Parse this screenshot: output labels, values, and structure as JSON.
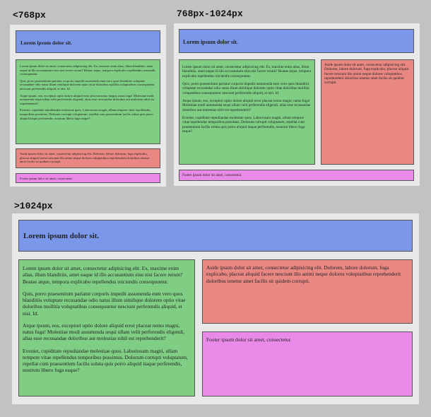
{
  "layouts": {
    "small": {
      "label": "<768px"
    },
    "medium": {
      "label": "768px-1024px"
    },
    "large": {
      "label": ">1024px"
    }
  },
  "content": {
    "header_title": "Lorem ipsum dolor sit.",
    "main_p1": "Lorem ipsum dolor sit amet, consectetur adipisicing elit. Ex, maxime enim alias, illum blanditiis, amet eaque id illo accusantium eius nisi facere rerum? Beatae atque, tempora explicabo repellendus reiciendis consequuntur.",
    "main_p2": "Quis, porro praesentium pariatur corporis impedit assumenda eum vero quos blanditiis voluptate recusandae odio natus illum similique dolorem optio vitae doloribus mollitia voluptatibus consequuntur nesciunt perferendis aliquid, et nisi. Id.",
    "main_p3": "Atque ipsum, eos, excepturi optio dolore aliquid error placeat nemo magni, natus fuga! Molestiae modi assumenda sequi ullam velit perferendis eligendi, alias esse recusandae doloribus aut molestias nihil est reprehenderit?",
    "main_p4": "Eveniet, cupiditate repudiandae molestiae quos. Laboriosam magni, ullam tempore vitae repellendus temporibus possimus. Dolorum corrupti voluptatum, repellat cum praesentium facilis soluta quis porro aliquid itaque perferendis, nostrum libero fuga eaque?",
    "aside_text": "Aside ipsum dolor sit amet, consectetur adipisicing elit. Dolorem, labore dolorum, fuga explicabo, placeat aliquid facere nesciunt illo animi neque dolores voluptatibus reprehenderit doloribus tenetur amet facilis sit quidem corrupti.",
    "footer_text": "Footer ipsum dolor sit amet, consectetur."
  },
  "colors": {
    "header": "#7b97ea",
    "main": "#7fce84",
    "aside": "#e98883",
    "footer": "#e98ae8",
    "frame": "#e8e8e8",
    "background": "#c2c2c2"
  }
}
